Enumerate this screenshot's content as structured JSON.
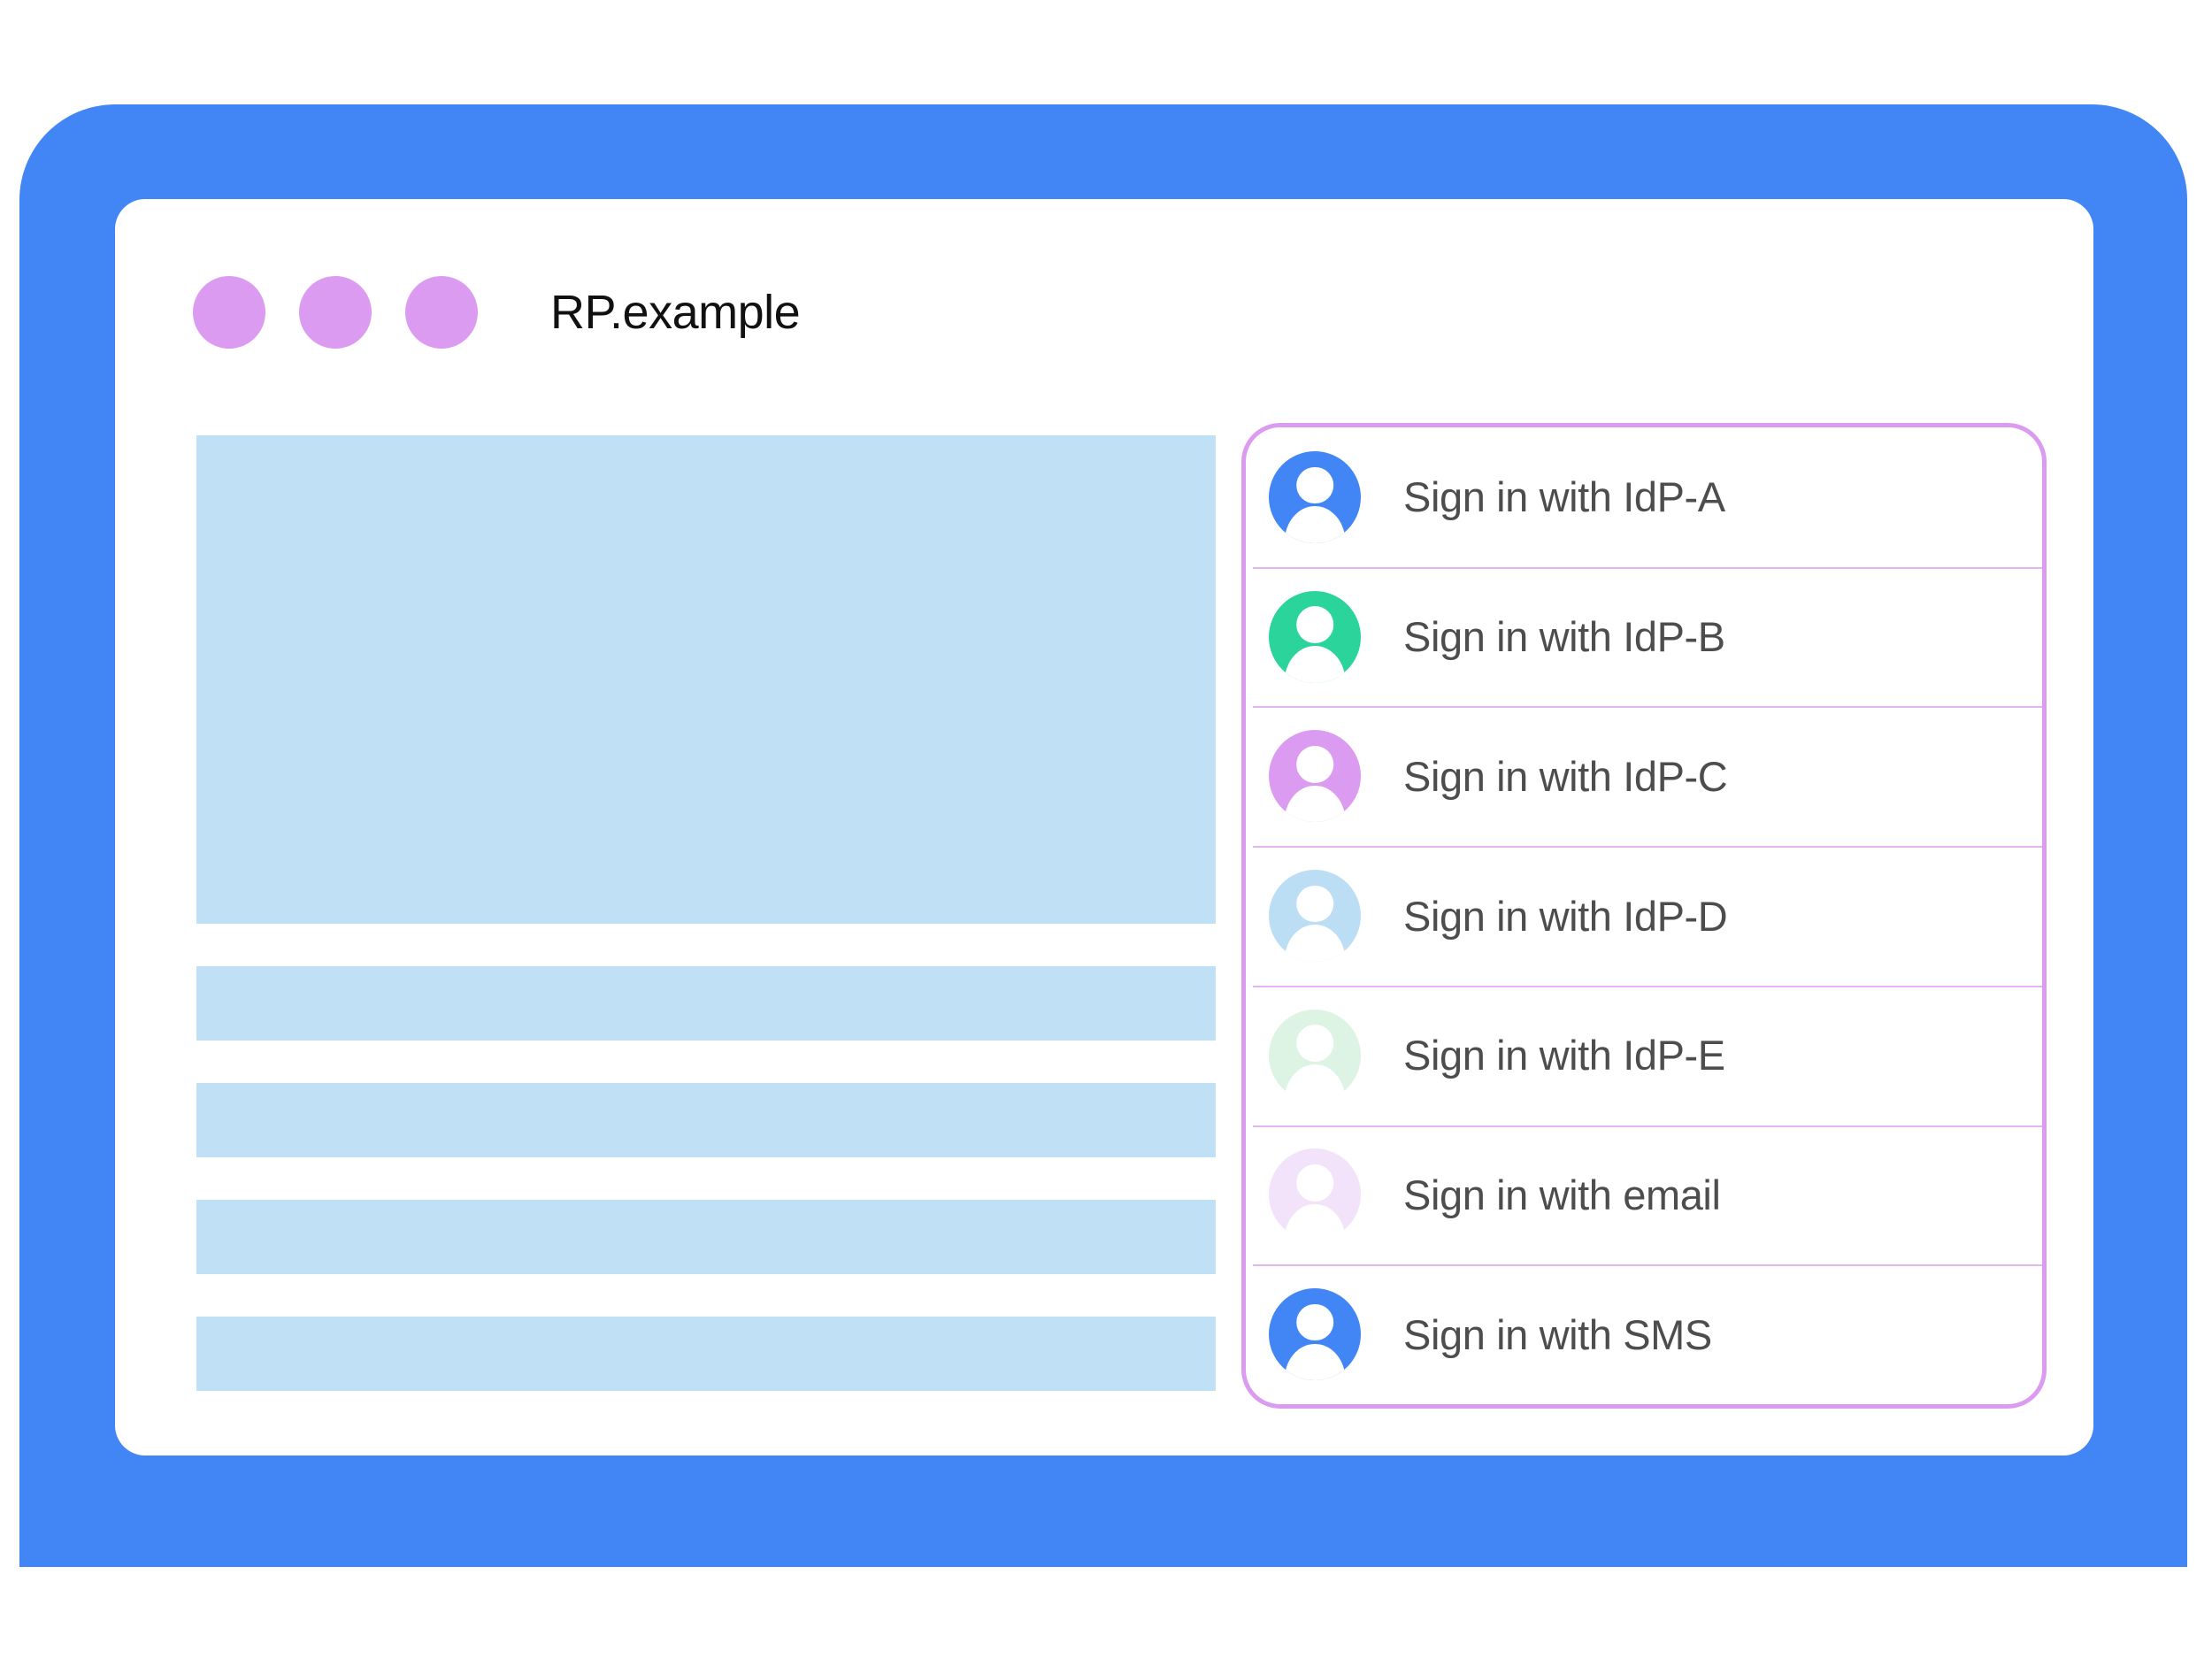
{
  "window": {
    "title": "RP.example",
    "dots": [
      "titlebar-dot-1",
      "titlebar-dot-2",
      "titlebar-dot-3"
    ],
    "dot_color": "#DB9BF0",
    "chrome_color": "#4285F4",
    "home_button_name": "home-button"
  },
  "page_content": {
    "placeholder_color": "#BFE0F5",
    "blocks": [
      {
        "name": "hero-placeholder"
      },
      {
        "name": "text-line-placeholder-1"
      },
      {
        "name": "text-line-placeholder-2"
      },
      {
        "name": "text-line-placeholder-3"
      },
      {
        "name": "text-line-placeholder-4"
      }
    ]
  },
  "account_chooser": {
    "border_color": "#DB9BF0",
    "divider_color": "#E3B6F2",
    "label_color": "#4D4D4D",
    "items": [
      {
        "label": "Sign in with IdP-A",
        "icon": "account-avatar-icon",
        "avatar_color": "#4285F4"
      },
      {
        "label": "Sign in with IdP-B",
        "icon": "account-avatar-icon",
        "avatar_color": "#2BD49A"
      },
      {
        "label": "Sign in with IdP-C",
        "icon": "account-avatar-icon",
        "avatar_color": "#DB9BF0"
      },
      {
        "label": "Sign in with IdP-D",
        "icon": "account-avatar-icon",
        "avatar_color": "#BCDEF5"
      },
      {
        "label": "Sign in with IdP-E",
        "icon": "account-avatar-icon",
        "avatar_color": "#DDF3E3"
      },
      {
        "label": "Sign in with email",
        "icon": "account-avatar-icon",
        "avatar_color": "#F2E3FA"
      },
      {
        "label": "Sign in with SMS",
        "icon": "account-avatar-icon",
        "avatar_color": "#4285F4"
      }
    ]
  }
}
